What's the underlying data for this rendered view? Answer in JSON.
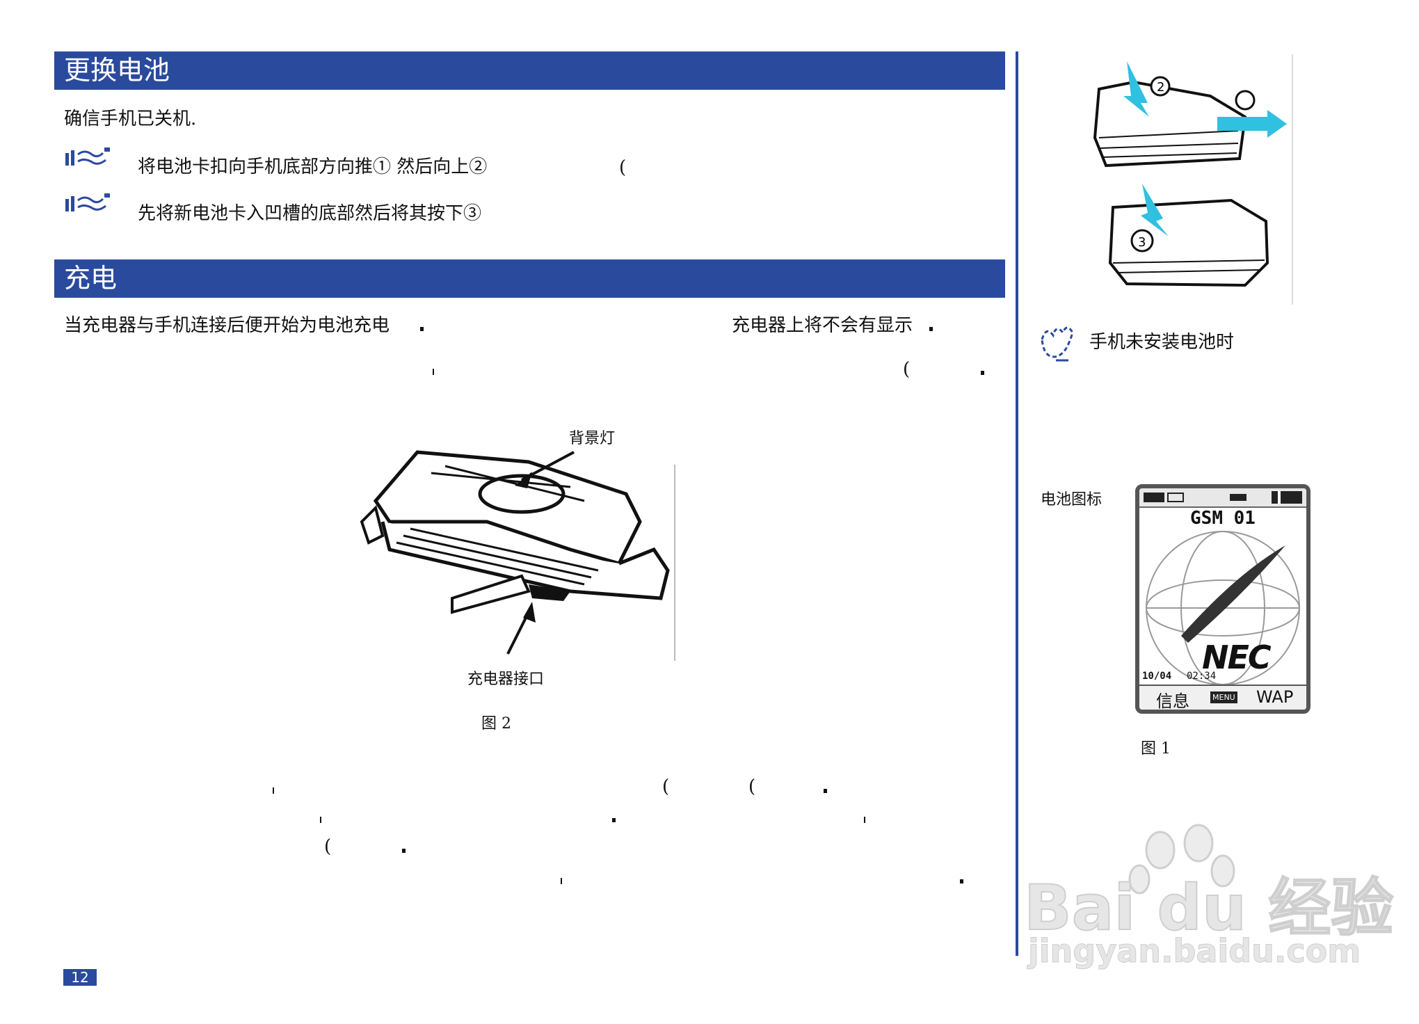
{
  "sections": {
    "battery": {
      "title": "更换电池"
    },
    "charging": {
      "title": "充电"
    }
  },
  "battery_text": {
    "intro": "确信手机已关机.",
    "step1": "将电池卡扣向手机底部方向推①  然后向上②",
    "step1_paren": "(",
    "step2": "先将新电池卡入凹槽的底部然后将其按下③"
  },
  "charging_text": {
    "line1_left": "当充电器与手机连接后便开始为电池充电",
    "line1_right": "充电器上将不会有显示",
    "paren": "("
  },
  "figure2": {
    "label_backlight": "背景灯",
    "label_port": "充电器接口",
    "caption": "图  2"
  },
  "sidebar": {
    "note": "手机未安装电池时",
    "battery_icon_label": "电池图标",
    "figure1_caption": "图  1",
    "screen": {
      "operator": "GSM 01",
      "brand": "NEC",
      "date": "10/04",
      "time": "02:34",
      "softkey_left": "信息",
      "softkey_mid": "MENU",
      "softkey_right": "WAP"
    }
  },
  "page_number": "12",
  "watermark": {
    "brand": "Bai du 经验",
    "url": "jingyan.baidu.com"
  },
  "colors": {
    "banner": "#2a4a9d",
    "text": "#111111"
  }
}
